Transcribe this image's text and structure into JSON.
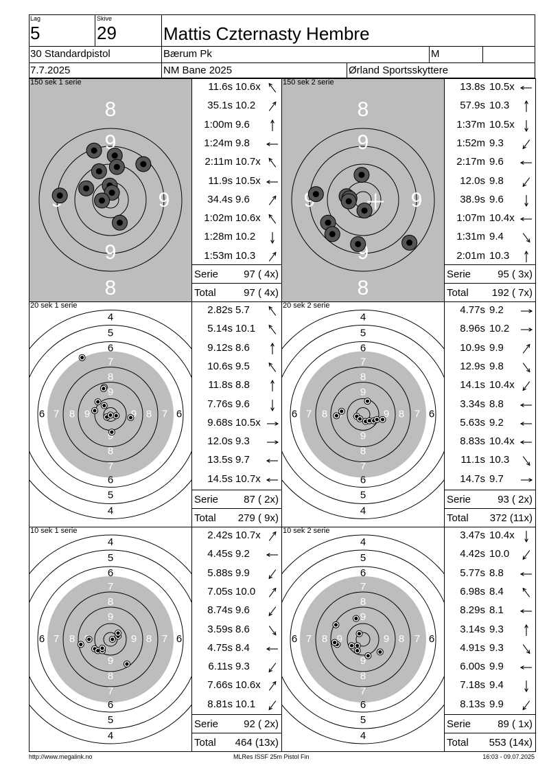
{
  "header": {
    "lag_label": "Lag",
    "lag": "5",
    "skive_label": "Skive",
    "skive": "29",
    "name": "Mattis Czternasty Hembre",
    "class": "30 Standardpistol",
    "club": "Bærum Pk",
    "gender": "M",
    "date": "7.7.2025",
    "competition": "NM Bane 2025",
    "organizer": "Ørland Sportsskyttere"
  },
  "series": [
    {
      "label": "150 sek 1 serie",
      "target": "precision",
      "shots": [
        {
          "time": "11.6s",
          "value": "10.6x",
          "arrow": "up-left"
        },
        {
          "time": "35.1s",
          "value": "10.2",
          "arrow": "up-right"
        },
        {
          "time": "1:00m",
          "value": "9.6",
          "arrow": "up"
        },
        {
          "time": "1:24m",
          "value": "9.8",
          "arrow": "left"
        },
        {
          "time": "2:11m",
          "value": "10.7x",
          "arrow": "up-left"
        },
        {
          "time": "11.9s",
          "value": "10.5x",
          "arrow": "left"
        },
        {
          "time": "34.4s",
          "value": "9.6",
          "arrow": "up-right"
        },
        {
          "time": "1:02m",
          "value": "10.6x",
          "arrow": "up-left"
        },
        {
          "time": "1:28m",
          "value": "10.2",
          "arrow": "down"
        },
        {
          "time": "1:53m",
          "value": "10.3",
          "arrow": "up-right"
        }
      ],
      "serie_label": "Serie",
      "serie": "97 ( 4x)",
      "total_label": "Total",
      "total": "97 ( 4x)",
      "hits": [
        [
          0.06,
          -0.62
        ],
        [
          -0.23,
          -0.69
        ],
        [
          0.09,
          -0.46
        ],
        [
          -0.01,
          -0.2
        ],
        [
          0.02,
          -0.1
        ],
        [
          -0.34,
          -0.16
        ],
        [
          0.46,
          -0.5
        ],
        [
          -0.71,
          -0.06
        ],
        [
          0.13,
          0.32
        ],
        [
          -0.12,
          0.01
        ],
        [
          -0.16,
          -0.4
        ]
      ]
    },
    {
      "label": "150 sek 2 serie",
      "target": "precision",
      "shots": [
        {
          "time": "13.8s",
          "value": "10.5x",
          "arrow": "left"
        },
        {
          "time": "57.9s",
          "value": "10.3",
          "arrow": "up"
        },
        {
          "time": "1:37m",
          "value": "10.5x",
          "arrow": "down"
        },
        {
          "time": "1:52m",
          "value": "9.3",
          "arrow": "down-left"
        },
        {
          "time": "2:17m",
          "value": "9.6",
          "arrow": "left"
        },
        {
          "time": "12.0s",
          "value": "9.8",
          "arrow": "down-left"
        },
        {
          "time": "38.9s",
          "value": "9.6",
          "arrow": "down"
        },
        {
          "time": "1:07m",
          "value": "10.4x",
          "arrow": "left"
        },
        {
          "time": "1:31m",
          "value": "9.4",
          "arrow": "down-right"
        },
        {
          "time": "2:01m",
          "value": "10.3",
          "arrow": "up"
        }
      ],
      "serie_label": "Serie",
      "serie": "95 ( 3x)",
      "total_label": "Total",
      "total": "192 ( 7x)",
      "hits": [
        [
          -0.02,
          -0.35
        ],
        [
          -0.23,
          -0.05
        ],
        [
          -0.19,
          -0.02
        ],
        [
          0.02,
          0.15
        ],
        [
          -0.49,
          0.32
        ],
        [
          -0.66,
          -0.08
        ],
        [
          -0.07,
          0.62
        ],
        [
          -0.43,
          0.48
        ],
        [
          0.65,
          0.6
        ],
        [
          -0.2,
          0.02
        ]
      ]
    },
    {
      "label": "20 sek 1 serie",
      "target": "duel",
      "shots": [
        {
          "time": "2.82s",
          "value": "5.7",
          "arrow": "up-left"
        },
        {
          "time": "5.14s",
          "value": "10.1",
          "arrow": "up-left"
        },
        {
          "time": "9.12s",
          "value": "8.6",
          "arrow": "up"
        },
        {
          "time": "10.6s",
          "value": "9.5",
          "arrow": "up-left"
        },
        {
          "time": "11.8s",
          "value": "8.8",
          "arrow": "up"
        },
        {
          "time": "7.76s",
          "value": "9.6",
          "arrow": "down"
        },
        {
          "time": "9.68s",
          "value": "10.5x",
          "arrow": "right"
        },
        {
          "time": "12.0s",
          "value": "9.3",
          "arrow": "right"
        },
        {
          "time": "13.5s",
          "value": "9.7",
          "arrow": "left"
        },
        {
          "time": "14.5s",
          "value": "10.7x",
          "arrow": "left"
        }
      ],
      "serie_label": "Serie",
      "serie": "87 ( 2x)",
      "total_label": "Total",
      "total": "279 ( 9x)",
      "hits": [
        [
          -0.45,
          -0.9
        ],
        [
          -0.1,
          -0.43
        ],
        [
          -0.11,
          -0.41
        ],
        [
          -0.2,
          -0.2
        ],
        [
          -0.1,
          -0.14
        ],
        [
          -0.25,
          -0.06
        ],
        [
          -0.06,
          0.04
        ],
        [
          0.09,
          0.02
        ],
        [
          0.32,
          0.05
        ],
        [
          0.02,
          0.28
        ],
        [
          0.0,
          0.01
        ]
      ]
    },
    {
      "label": "20 sek 2 serie",
      "target": "duel",
      "shots": [
        {
          "time": "4.77s",
          "value": "9.2",
          "arrow": "right"
        },
        {
          "time": "8.96s",
          "value": "10.2",
          "arrow": "right"
        },
        {
          "time": "10.9s",
          "value": "9.9",
          "arrow": "up-right"
        },
        {
          "time": "12.9s",
          "value": "9.8",
          "arrow": "down-right"
        },
        {
          "time": "14.1s",
          "value": "10.4x",
          "arrow": "down-left"
        },
        {
          "time": "3.34s",
          "value": "8.8",
          "arrow": "left"
        },
        {
          "time": "5.63s",
          "value": "9.2",
          "arrow": "left"
        },
        {
          "time": "8.83s",
          "value": "10.4x",
          "arrow": "left"
        },
        {
          "time": "11.1s",
          "value": "10.3",
          "arrow": "down-right"
        },
        {
          "time": "14.7s",
          "value": "9.7",
          "arrow": "right"
        }
      ],
      "serie_label": "Serie",
      "serie": "93 ( 2x)",
      "total_label": "Total",
      "total": "372 (11x)",
      "hits": [
        [
          0.07,
          -0.21
        ],
        [
          -0.34,
          -0.05
        ],
        [
          -0.42,
          0.02
        ],
        [
          -0.1,
          0.03
        ],
        [
          -0.05,
          0.07
        ],
        [
          0.04,
          0.11
        ],
        [
          0.1,
          0.1
        ],
        [
          0.17,
          0.1
        ],
        [
          0.22,
          0.08
        ],
        [
          0.31,
          0.08
        ]
      ]
    },
    {
      "label": "10 sek 1 serie",
      "target": "duel",
      "shots": [
        {
          "time": "2.42s",
          "value": "10.7x",
          "arrow": "up-right"
        },
        {
          "time": "4.45s",
          "value": "9.2",
          "arrow": "left"
        },
        {
          "time": "5.88s",
          "value": "9.9",
          "arrow": "down-left"
        },
        {
          "time": "7.05s",
          "value": "10.0",
          "arrow": "up-right"
        },
        {
          "time": "8.74s",
          "value": "9.6",
          "arrow": "down-left"
        },
        {
          "time": "3.59s",
          "value": "8.6",
          "arrow": "down-right"
        },
        {
          "time": "4.75s",
          "value": "8.4",
          "arrow": "left"
        },
        {
          "time": "6.11s",
          "value": "9.3",
          "arrow": "down-left"
        },
        {
          "time": "7.66s",
          "value": "10.6x",
          "arrow": "up-right"
        },
        {
          "time": "8.81s",
          "value": "10.1",
          "arrow": "down-left"
        }
      ],
      "serie_label": "Serie",
      "serie": "92 ( 2x)",
      "total_label": "Total",
      "total": "464 (13x)",
      "hits": [
        [
          0.12,
          -0.05
        ],
        [
          0.03,
          0.0
        ],
        [
          -0.34,
          0.0
        ],
        [
          -0.47,
          0.08
        ],
        [
          -0.25,
          0.15
        ],
        [
          -0.2,
          0.18
        ],
        [
          -0.13,
          0.18
        ],
        [
          -0.13,
          0.14
        ],
        [
          0.26,
          0.39
        ],
        [
          0.12,
          -0.1
        ]
      ]
    },
    {
      "label": "10 sek 2 serie",
      "target": "duel",
      "shots": [
        {
          "time": "3.47s",
          "value": "10.4x",
          "arrow": "down"
        },
        {
          "time": "4.42s",
          "value": "10.0",
          "arrow": "down-left"
        },
        {
          "time": "5.77s",
          "value": "8.8",
          "arrow": "left"
        },
        {
          "time": "6.98s",
          "value": "8.4",
          "arrow": "up-left"
        },
        {
          "time": "8.29s",
          "value": "8.1",
          "arrow": "left"
        },
        {
          "time": "3.14s",
          "value": "9.3",
          "arrow": "up"
        },
        {
          "time": "4.91s",
          "value": "9.3",
          "arrow": "down-right"
        },
        {
          "time": "6.00s",
          "value": "9.9",
          "arrow": "left"
        },
        {
          "time": "7.18s",
          "value": "9.4",
          "arrow": "down"
        },
        {
          "time": "8.13s",
          "value": "9.9",
          "arrow": "down-left"
        }
      ],
      "serie_label": "Serie",
      "serie": "89 ( 1x)",
      "total_label": "Total",
      "total": "553 (14x)",
      "hits": [
        [
          -0.11,
          -0.33
        ],
        [
          -0.43,
          -0.23
        ],
        [
          -0.41,
          0.08
        ],
        [
          -0.45,
          0.05
        ],
        [
          -0.18,
          0.1
        ],
        [
          -0.06,
          -0.09
        ],
        [
          -0.09,
          0.1
        ],
        [
          -0.09,
          0.18
        ],
        [
          0.08,
          0.26
        ],
        [
          0.27,
          0.2
        ]
      ]
    }
  ],
  "footer": {
    "left": "http://www.megalink.no",
    "center": "MLRes ISSF 25m Pistol Fin",
    "right": "16:03 - 09.07.2025"
  }
}
